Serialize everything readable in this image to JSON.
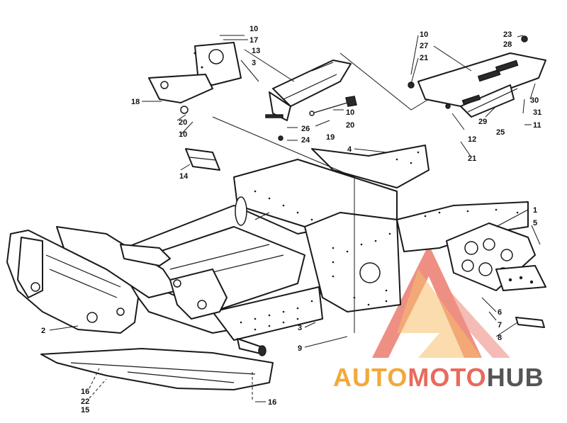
{
  "diagram": {
    "callouts": [
      {
        "id": "c10a",
        "text": "10"
      },
      {
        "id": "c17",
        "text": "17"
      },
      {
        "id": "c13",
        "text": "13"
      },
      {
        "id": "c3a",
        "text": "3"
      },
      {
        "id": "c18",
        "text": "18"
      },
      {
        "id": "c20a",
        "text": "20"
      },
      {
        "id": "c10b",
        "text": "10"
      },
      {
        "id": "c10c",
        "text": "10"
      },
      {
        "id": "c20b",
        "text": "20"
      },
      {
        "id": "c26",
        "text": "26"
      },
      {
        "id": "c19",
        "text": "19"
      },
      {
        "id": "c24",
        "text": "24"
      },
      {
        "id": "c4",
        "text": "4"
      },
      {
        "id": "c14",
        "text": "14"
      },
      {
        "id": "c10d",
        "text": "10"
      },
      {
        "id": "c27",
        "text": "27"
      },
      {
        "id": "c21a",
        "text": "21"
      },
      {
        "id": "c23",
        "text": "23"
      },
      {
        "id": "c28",
        "text": "28"
      },
      {
        "id": "c30",
        "text": "30"
      },
      {
        "id": "c31",
        "text": "31"
      },
      {
        "id": "c11",
        "text": "11"
      },
      {
        "id": "c29",
        "text": "29"
      },
      {
        "id": "c25",
        "text": "25"
      },
      {
        "id": "c12",
        "text": "12"
      },
      {
        "id": "c21b",
        "text": "21"
      },
      {
        "id": "c1",
        "text": "1"
      },
      {
        "id": "c5",
        "text": "5"
      },
      {
        "id": "c6",
        "text": "6"
      },
      {
        "id": "c7",
        "text": "7"
      },
      {
        "id": "c8",
        "text": "8"
      },
      {
        "id": "c2",
        "text": "2"
      },
      {
        "id": "c3b",
        "text": "3"
      },
      {
        "id": "c9",
        "text": "9"
      },
      {
        "id": "c16a",
        "text": "16"
      },
      {
        "id": "c22",
        "text": "22"
      },
      {
        "id": "c15",
        "text": "15"
      },
      {
        "id": "c16b",
        "text": "16"
      }
    ]
  },
  "watermark": {
    "part1": "AUTO",
    "part2": "MOTO",
    "part3": "HUB",
    "colors": {
      "auto": "#f2a93b",
      "moto": "#e96a5c",
      "hub": "#555555"
    }
  }
}
